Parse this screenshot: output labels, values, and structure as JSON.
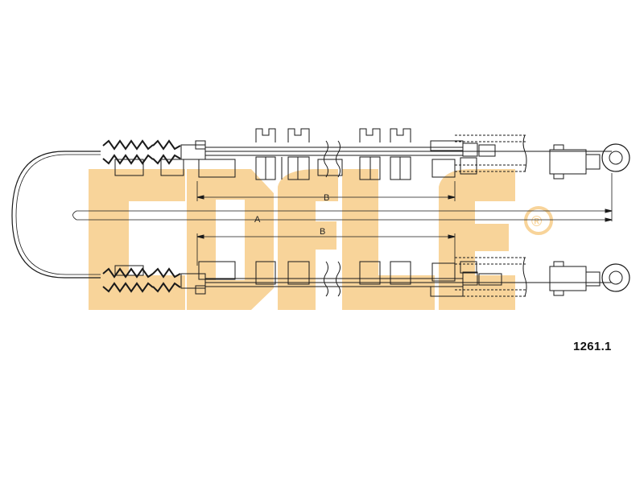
{
  "brand": {
    "logo_text": "COFLE",
    "registered_mark": "®",
    "logo_color": "#F8D49A"
  },
  "diagram": {
    "part_number": "1261.1",
    "labels": {
      "dim_b_upper": "B",
      "dim_a": "A",
      "dim_b_lower": "B"
    },
    "line_color": "#1a1a1a"
  }
}
